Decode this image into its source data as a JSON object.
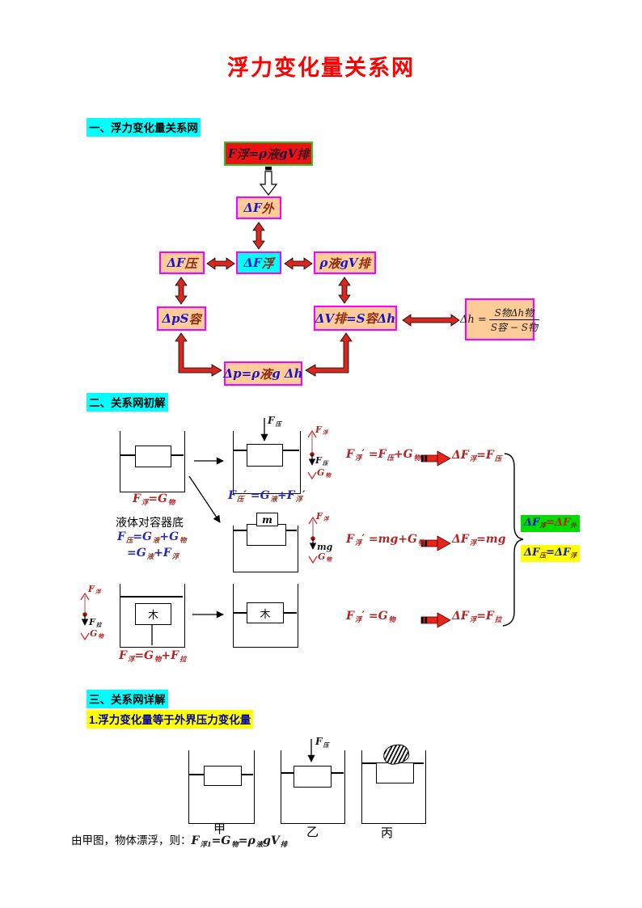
{
  "title": "浮力变化量关系网",
  "headings": {
    "s1": "一、浮力变化量关系网",
    "s2": "二、关系网初解",
    "s3": "三、关系网详解",
    "s3_sub": "1.浮力变化量等于外界压力变化量"
  },
  "colors": {
    "title_red": "#ff0000",
    "heading_bg": "#00ffff",
    "subheading_bg": "#ffff00",
    "subheading_text": "#0000a0",
    "node_bg": "#ffcc99",
    "node_border": "#ff00ff",
    "node_center_bg": "#00ffff",
    "top_node_bg": "#ee1111",
    "top_node_border": "#22cc22",
    "arrow_red": "#d6281e",
    "result_green_bg": "#00dd00",
    "result_yellow_bg": "#ffff00",
    "formula_red": "#b32424",
    "formula_blue": "#2b2bb0"
  },
  "flowchart": {
    "top": [
      [
        "F",
        "m"
      ],
      [
        "浮",
        "s"
      ],
      [
        "=ρ",
        "m"
      ],
      [
        "液",
        "s"
      ],
      [
        "gV",
        "m"
      ],
      [
        "排",
        "s"
      ]
    ],
    "f_out": [
      [
        "ΔF",
        "m"
      ],
      [
        "外",
        "s"
      ]
    ],
    "f_press": [
      [
        "ΔF",
        "m"
      ],
      [
        "压",
        "s"
      ]
    ],
    "f_buoy": [
      [
        "ΔF",
        "m"
      ],
      [
        "浮",
        "s"
      ]
    ],
    "rho_gv": [
      [
        "ρ",
        "m"
      ],
      [
        "液",
        "s"
      ],
      [
        "gV",
        "m"
      ],
      [
        "排",
        "s"
      ]
    ],
    "dps": [
      [
        "ΔpS",
        "m"
      ],
      [
        "容",
        "s"
      ]
    ],
    "dv": [
      [
        "ΔV",
        "m"
      ],
      [
        "排",
        "s"
      ],
      [
        "=S",
        "m"
      ],
      [
        "容",
        "s"
      ],
      [
        "Δh",
        "m"
      ]
    ],
    "dp": [
      [
        "Δp=ρ",
        "m"
      ],
      [
        "液",
        "s"
      ],
      [
        "g Δh",
        "m"
      ]
    ],
    "frac_lhs": [
      [
        "Δh = ",
        "m"
      ]
    ],
    "frac_num": [
      [
        "S",
        "m"
      ],
      [
        "物",
        "s"
      ],
      [
        "Δh",
        "m"
      ],
      [
        "物",
        "s"
      ]
    ],
    "frac_den": [
      [
        "S",
        "m"
      ],
      [
        "容",
        "s"
      ],
      [
        " − S",
        "m"
      ],
      [
        "物",
        "s"
      ]
    ]
  },
  "map2": {
    "labels": {
      "f_fu": [
        [
          "F",
          "m"
        ],
        [
          "浮",
          "s"
        ]
      ],
      "f_ya": [
        [
          "F",
          "m"
        ],
        [
          "压",
          "s"
        ]
      ],
      "g_wu": [
        [
          "G",
          "m"
        ],
        [
          "物",
          "s"
        ]
      ],
      "f_la": [
        [
          "F",
          "m"
        ],
        [
          "拉",
          "s"
        ]
      ],
      "mg": [
        [
          "mg",
          "m"
        ]
      ],
      "m": "m",
      "wood": "木",
      "liquid_bottom": "液体对容器底"
    },
    "equations": {
      "r1_under": [
        [
          "F",
          "m"
        ],
        [
          "浮",
          "s"
        ],
        [
          "=G",
          "m"
        ],
        [
          "物",
          "s"
        ]
      ],
      "r1_press": [
        [
          "F",
          "m"
        ],
        [
          "压",
          "s"
        ],
        [
          "′ =G",
          "m"
        ],
        [
          "液",
          "s"
        ],
        [
          "+F",
          "m"
        ],
        [
          "浮",
          "s"
        ],
        [
          "′",
          "m"
        ]
      ],
      "left_line1": [
        [
          "F",
          "m"
        ],
        [
          "压",
          "s"
        ],
        [
          "=G",
          "m"
        ],
        [
          "液",
          "s"
        ],
        [
          "+G",
          "m"
        ],
        [
          "物",
          "s"
        ]
      ],
      "left_line2": [
        [
          "=G",
          "m"
        ],
        [
          "液",
          "s"
        ],
        [
          "+F",
          "m"
        ],
        [
          "浮",
          "s"
        ]
      ],
      "r1_eq": [
        [
          "F",
          "m"
        ],
        [
          "浮",
          "s"
        ],
        [
          "′ =F",
          "m"
        ],
        [
          "压",
          "s"
        ],
        [
          "+G",
          "m"
        ],
        [
          "物",
          "s"
        ]
      ],
      "r1_result": [
        [
          "ΔF",
          "m"
        ],
        [
          "浮",
          "s"
        ],
        [
          "=F",
          "m"
        ],
        [
          "压",
          "s"
        ]
      ],
      "r2_eq": [
        [
          "F",
          "m"
        ],
        [
          "浮",
          "s"
        ],
        [
          "′ =mg+G",
          "m"
        ],
        [
          "物",
          "s"
        ]
      ],
      "r2_result": [
        [
          "ΔF",
          "m"
        ],
        [
          "浮",
          "s"
        ],
        [
          "=mg",
          "m"
        ]
      ],
      "r3_under": [
        [
          "F",
          "m"
        ],
        [
          "浮",
          "s"
        ],
        [
          "=G",
          "m"
        ],
        [
          "物",
          "s"
        ],
        [
          "+F",
          "m"
        ],
        [
          "拉",
          "s"
        ]
      ],
      "r3_eq": [
        [
          "F",
          "m"
        ],
        [
          "浮",
          "s"
        ],
        [
          "′ =G",
          "m"
        ],
        [
          "物",
          "s"
        ]
      ],
      "r3_result": [
        [
          "ΔF",
          "m"
        ],
        [
          "浮",
          "s"
        ],
        [
          "=F",
          "m"
        ],
        [
          "拉",
          "s"
        ]
      ],
      "result_green": [
        [
          "ΔF",
          "m"
        ],
        [
          "浮",
          "s"
        ],
        [
          "=ΔF",
          "a"
        ],
        [
          "外",
          "s"
        ]
      ],
      "result_yellow": [
        [
          "ΔF",
          "m"
        ],
        [
          "压",
          "s"
        ],
        [
          "=ΔF",
          "m"
        ],
        [
          "浮",
          "s"
        ]
      ]
    }
  },
  "detail": {
    "labels": {
      "jia": "甲",
      "yi": "乙",
      "bing": "丙"
    },
    "f_ya": [
      [
        "F",
        "m"
      ],
      [
        "压",
        "s"
      ]
    ],
    "conclusion_prefix": "由甲图，物体漂浮，则：",
    "conclusion_formula": [
      [
        "F",
        "m"
      ],
      [
        "浮1",
        "s"
      ],
      [
        "=G",
        "m"
      ],
      [
        "物",
        "s"
      ],
      [
        "=ρ",
        "m"
      ],
      [
        "液",
        "s"
      ],
      [
        "gV",
        "m"
      ],
      [
        "排",
        "s"
      ]
    ]
  }
}
